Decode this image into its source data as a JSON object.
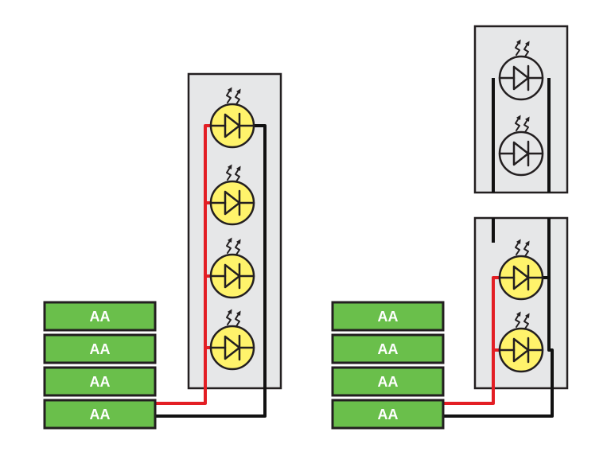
{
  "batteries": {
    "label": "AA",
    "fill_color": "#6abf4b"
  },
  "colors": {
    "positive_wire": "#e31e24",
    "negative_wire": "#111111",
    "led_lit": "#fff36b",
    "led_unlit": "#e6e7e8",
    "panel": "#e6e7e8"
  },
  "circuits": [
    {
      "battery_count": 4,
      "led_count": 4,
      "all_lit": true
    },
    {
      "battery_count": 4,
      "lit_led_count": 2,
      "unlit_led_count": 2
    }
  ]
}
